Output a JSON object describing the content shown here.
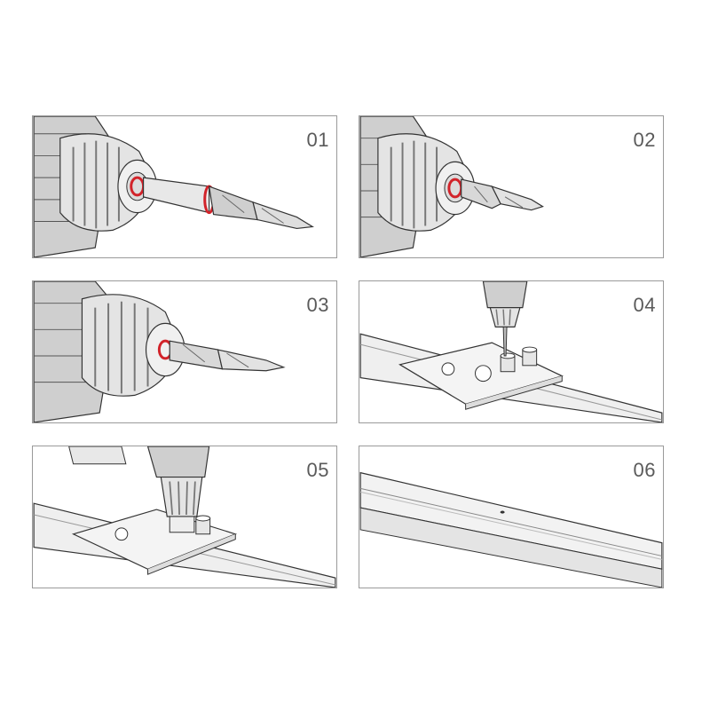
{
  "steps": [
    {
      "number": "01",
      "illustration": "drill-with-stepped-bit-and-collar"
    },
    {
      "number": "02",
      "illustration": "drill-with-short-stepped-bit"
    },
    {
      "number": "03",
      "illustration": "drill-with-long-twist-bit"
    },
    {
      "number": "04",
      "illustration": "drill-on-jig-over-rail"
    },
    {
      "number": "05",
      "illustration": "drill-holding-jig-on-rail"
    },
    {
      "number": "06",
      "illustration": "rail-with-drilled-hole"
    }
  ],
  "colors": {
    "border": "#9a9a9a",
    "highlight_ring": "#d2232a",
    "line": "#333333",
    "fill_light": "#e6e6e6",
    "fill_mid": "#bdbdbd",
    "step_text": "#5a5a5a"
  }
}
